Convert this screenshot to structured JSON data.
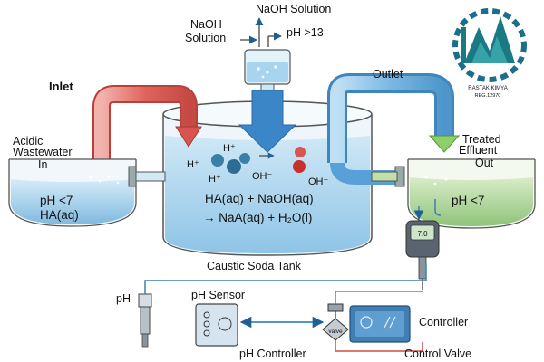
{
  "labels": {
    "naoh_top": "NaOH Solution",
    "naoh_left_1": "NaOH",
    "naoh_left_2": "Solution",
    "ph_gt13": "pH >13",
    "inlet": "Inlet",
    "outlet": "Outlet",
    "acidic_1": "Acidic",
    "acidic_2": "Wastewater",
    "acidic_3": "In",
    "treated_1": "Treated",
    "treated_2": "Effluent",
    "treated_3": "Out",
    "left_ph": "pH <7",
    "left_ha": "HA(aq)",
    "right_ph": "pH <7",
    "equation_1": "HA(aq) + NaOH(aq)",
    "equation_2": "→ NaA(aq) + H₂O(l)",
    "tank": "Caustic Soda Tank",
    "ph_probe": "pH",
    "ph_sensor": "pH Sensor",
    "controller": "Controller",
    "ph_controller": "pH Controller",
    "control_valve": "Control Valve",
    "valve": "valve",
    "hplus_1": "H⁺",
    "hplus_2": "H⁺",
    "hplus_3": "H⁺",
    "oh_1": "OH⁻",
    "oh_2": "OH⁻",
    "meter_readout": "7.0",
    "logo_text_1": "RASTAK KIMYA",
    "logo_text_2": "REG.12970"
  },
  "colors": {
    "inlet_pipe": "#d9534f",
    "outlet_pipe": "#5aa0d8",
    "tank_water": "#b9dcef",
    "treated_water": "#a8d08d",
    "arrow_blue": "#3b86c6",
    "logo_teal": "#1a7a84"
  }
}
